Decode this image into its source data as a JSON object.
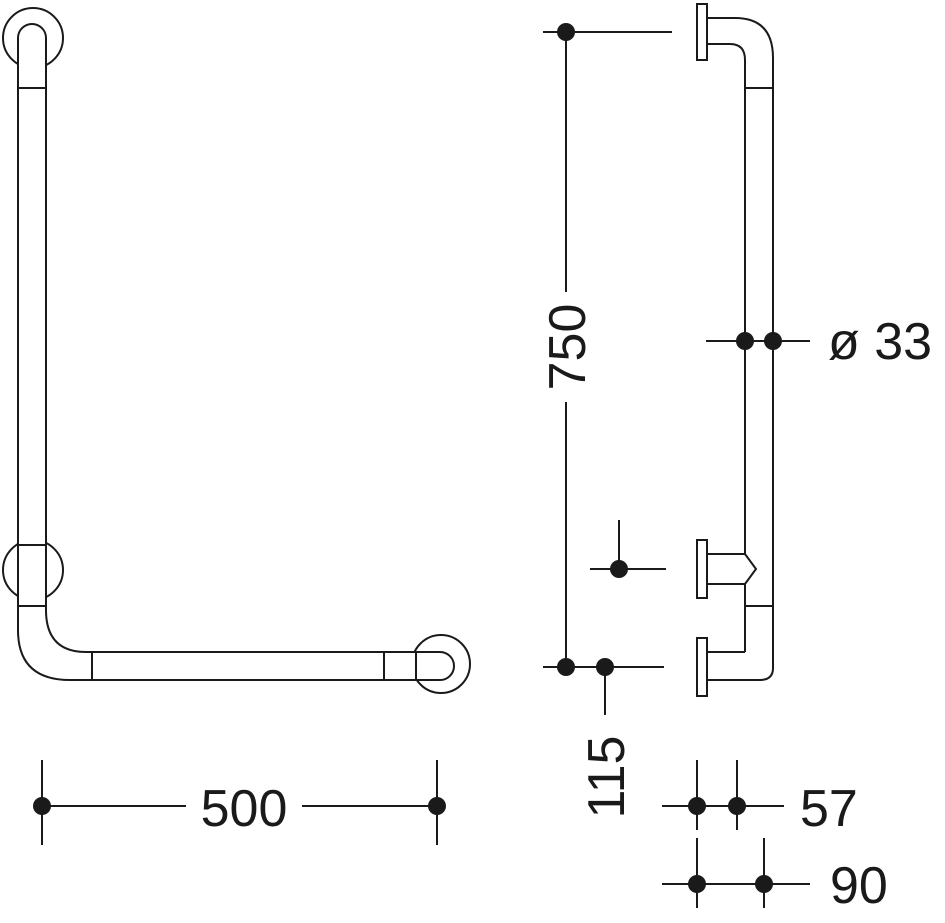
{
  "dimensions": {
    "width_500": "500",
    "height_750": "750",
    "offset_115": "115",
    "diameter_33": "ø 33",
    "depth_57": "57",
    "depth_90": "90"
  },
  "colors": {
    "line": "#1a1a1a",
    "background": "#ffffff"
  }
}
